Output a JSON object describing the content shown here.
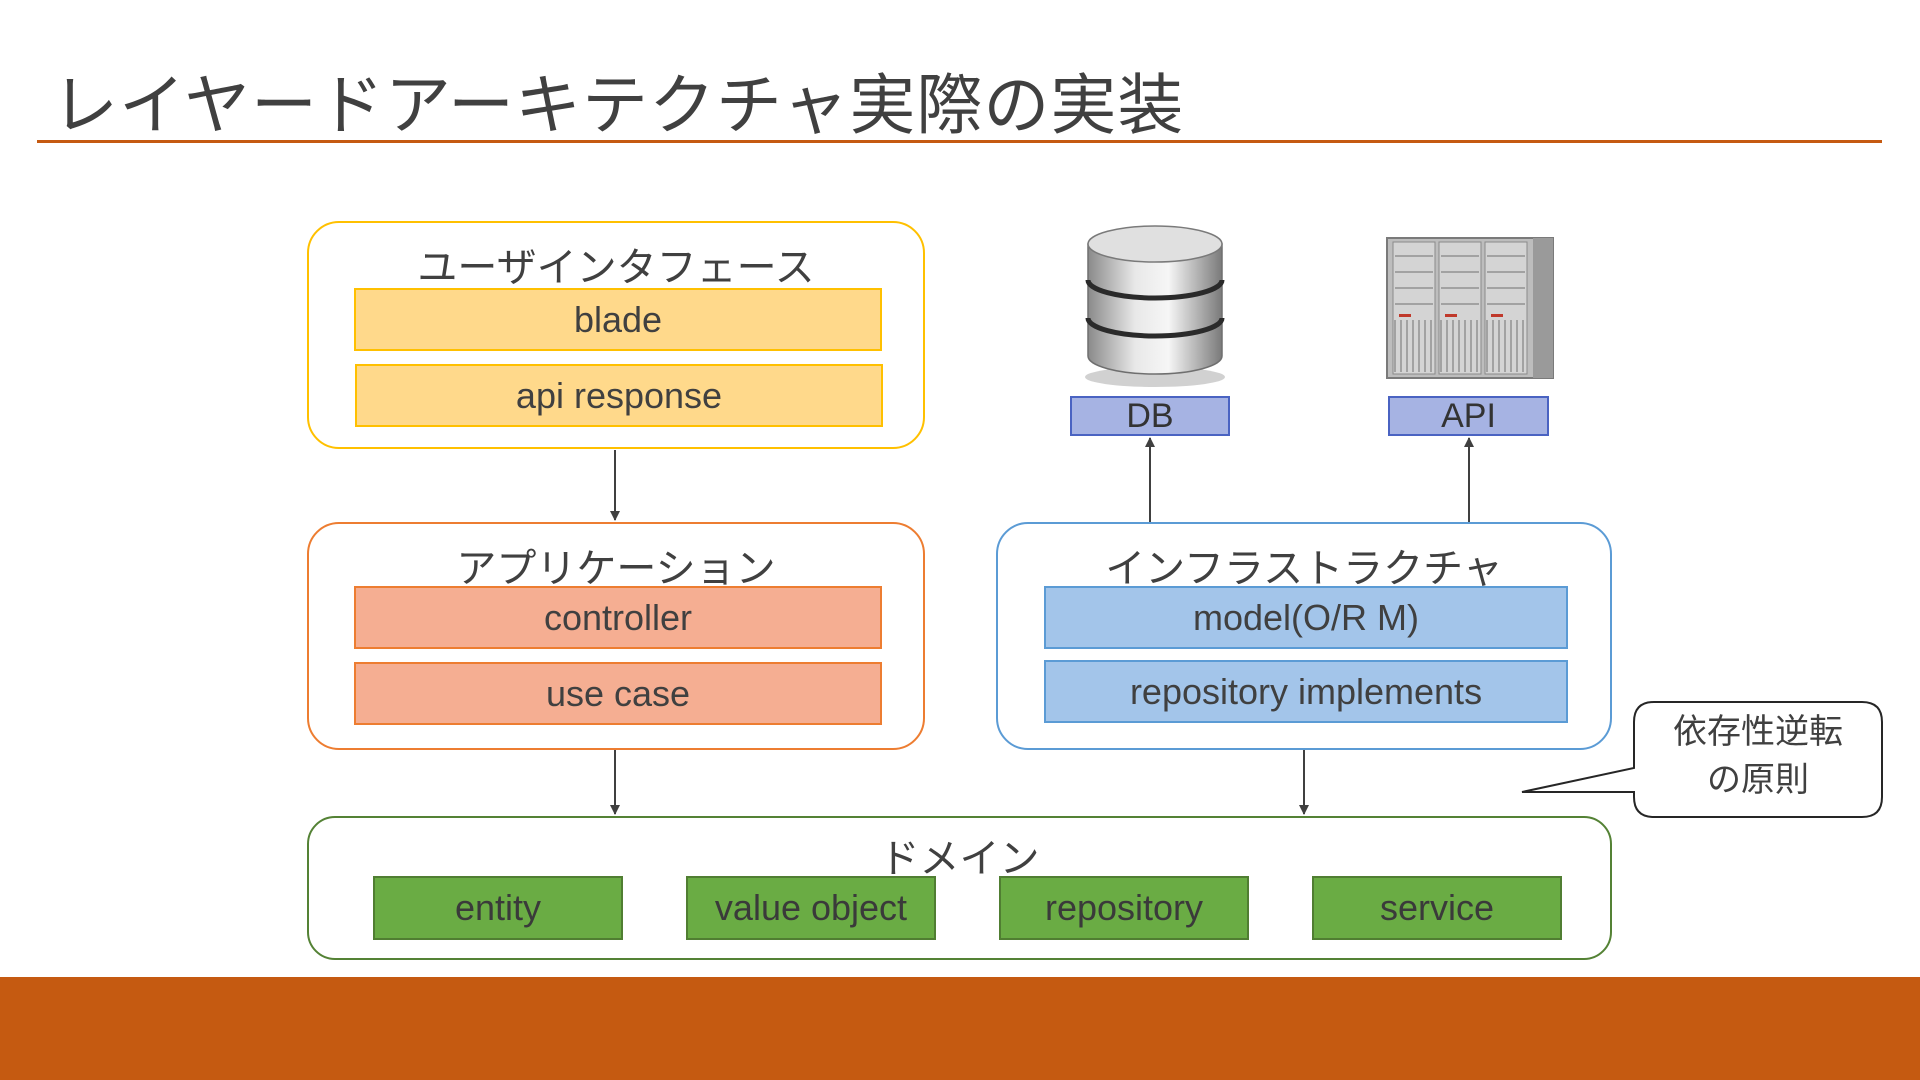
{
  "slide": {
    "title": "レイヤードアーキテクチャ実際の実装",
    "accent_color": "#c55a11"
  },
  "layers": {
    "ui": {
      "label": "ユーザインタフェース",
      "items": [
        "blade",
        "api response"
      ],
      "color": "#ffc000"
    },
    "application": {
      "label": "アプリケーション",
      "items": [
        "controller",
        "use case"
      ],
      "color": "#ed7d31"
    },
    "infrastructure": {
      "label": "インフラストラクチャ",
      "items": [
        "model(O/R M)",
        "repository implements"
      ],
      "color": "#5b9bd5"
    },
    "domain": {
      "label": "ドメイン",
      "items": [
        "entity",
        "value object",
        "repository",
        "service"
      ],
      "color": "#548235"
    }
  },
  "external": {
    "db": {
      "label": "DB",
      "icon": "database-icon"
    },
    "api": {
      "label": "API",
      "icon": "server-rack-icon"
    }
  },
  "callout": {
    "line1": "依存性逆転",
    "line2": "の原則"
  }
}
